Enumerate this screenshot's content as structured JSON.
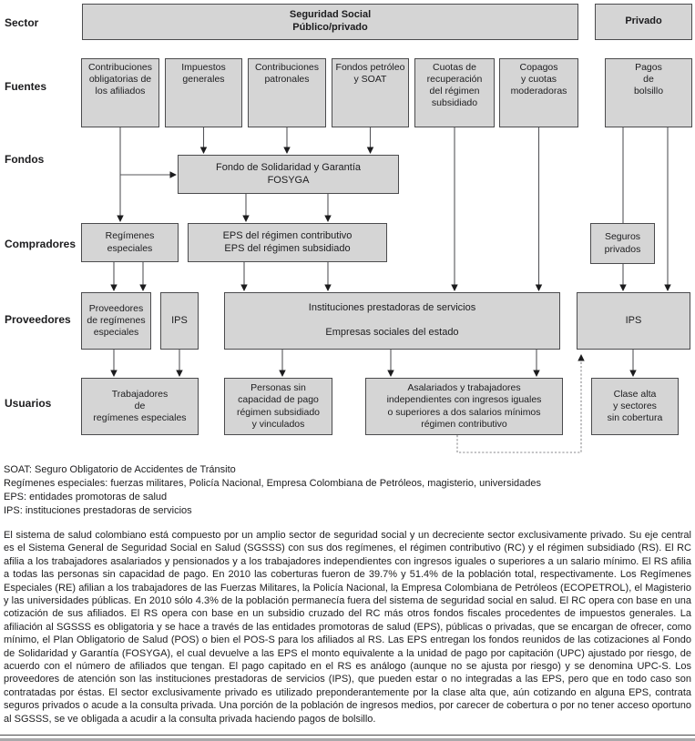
{
  "colors": {
    "box_fill": "#d5d5d5",
    "box_border": "#4b4b4d",
    "connector": "#55565a",
    "arrowhead": "#1c1c1e",
    "dashed": "#8a8a8d"
  },
  "row_labels": {
    "sector": "Sector",
    "fuentes": "Fuentes",
    "fondos": "Fondos",
    "compradores": "Compradores",
    "proveedores": "Proveedores",
    "usuarios": "Usuarios"
  },
  "boxes": {
    "seguridad_social": "Seguridad Social\nPúblico/privado",
    "privado": "Privado",
    "contribuciones_obligatorias": "Contribuciones\nobligatorias de\nlos afiliados",
    "impuestos_generales": "Impuestos\ngenerales",
    "contribuciones_patronales": "Contribuciones\npatronales",
    "fondos_petroleo": "Fondos petróleo\ny SOAT",
    "cuotas_recuperacion": "Cuotas de\nrecuperación\ndel régimen\nsubsidiado",
    "copagos": "Copagos\ny cuotas\nmoderadoras",
    "pagos_bolsillo": "Pagos\nde\nbolsillo",
    "fosyga": "Fondo de Solidaridad y Garantía\nFOSYGA",
    "regimenes_especiales": "Regímenes\nespeciales",
    "eps": "EPS del régimen contributivo\nEPS del régimen subsidiado",
    "seguros_privados": "Seguros\nprivados",
    "proveedores_re": "Proveedores\nde regímenes\nespeciales",
    "ips_izquierda": "IPS",
    "instituciones": "Instituciones prestadoras de servicios\n\nEmpresas sociales del estado",
    "ips_derecha": "IPS",
    "trabajadores": "Trabajadores\nde\nregímenes especiales",
    "personas": "Personas sin\ncapacidad de pago\nrégimen subsidiado\ny vinculados",
    "asalariados": "Asalariados y trabajadores\nindependientes con ingresos iguales\no superiores a dos salarios mínimos\nrégimen contributivo",
    "clase_alta": "Clase alta\ny sectores\nsin cobertura"
  },
  "footnotes": [
    "SOAT: Seguro Obligatorio de Accidentes de Tránsito",
    "Regímenes especiales: fuerzas militares, Policía Nacional, Empresa Colombiana de Petróleos, magisterio, universidades",
    "EPS: entidades promotoras de salud",
    "IPS: instituciones prestadoras de servicios"
  ],
  "paragraph": "El sistema de salud colombiano está compuesto por un amplio sector de seguridad social y un decreciente sector exclusivamente privado. Su eje central es el Sistema General de Seguridad Social en Salud (SGSSS) con sus dos regímenes, el régimen contributivo (RC) y el régimen subsidiado (RS). El RC afilia a los trabajadores asalariados y pensionados y a los trabajadores independientes con ingresos iguales o superiores a un salario mínimo. El RS afilia a todas las personas sin capacidad de pago. En 2010 las coberturas fueron de 39.7% y 51.4% de la población total, respectivamente. Los Regímenes Especiales (RE) afilian a los trabajadores de las Fuerzas Militares, la Policía Nacional, la Empresa Colombiana de Petróleos (ECOPETROL), el Magisterio y las universidades públicas. En 2010 sólo 4.3% de la población permanecía fuera del sistema de seguridad social en salud. El RC opera con base en una cotización de sus afiliados. El RS opera con base en un subsidio cruzado del RC más otros fondos fiscales procedentes de impuestos generales. La afiliación al SGSSS es obligatoria y se hace a través de las entidades promotoras de salud (EPS), públicas o privadas, que se encargan de ofrecer, como mínimo, el Plan Obligatorio de Salud (POS) o bien el POS-S para los afiliados al RS. Las EPS entregan los fondos reunidos de las cotizaciones al Fondo de Solidaridad y Garantía (FOSYGA), el cual devuelve a las EPS el monto equivalente a la unidad de pago por capitación (UPC) ajustado por riesgo, de acuerdo con el número de afiliados que tengan. El pago capitado en el RS es análogo (aunque no se ajusta por riesgo) y se denomina UPC-S. Los proveedores de atención son las instituciones prestadoras de servicios (IPS), que pueden estar o no integradas a las EPS, pero que en todo caso son contratadas por éstas. El sector exclusivamente privado es utilizado preponderantemente por la clase alta que, aún cotizando en alguna EPS, contrata seguros privados o acude a la consulta privada. Una porción de la población de ingresos medios, por carecer de cobertura o por no tener acceso oportuno al SGSSS, se ve obligada a acudir a la consulta privada haciendo pagos de bolsillo."
}
